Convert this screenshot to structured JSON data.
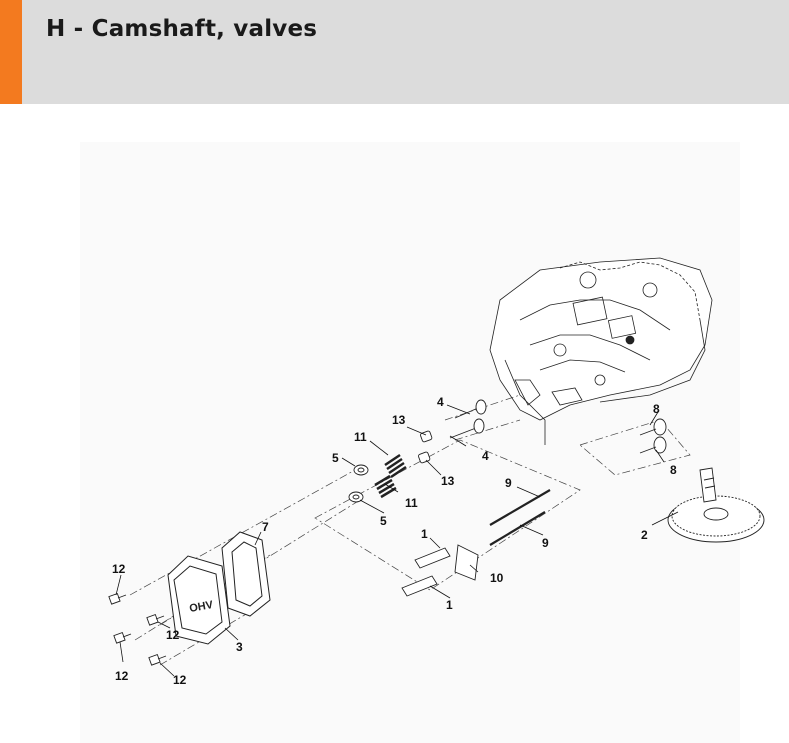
{
  "header": {
    "title": "H - Camshaft, valves",
    "accent_color": "#f37a1f",
    "background_color": "#dcdcdc"
  },
  "diagram": {
    "callouts": [
      {
        "id": "c1a",
        "label": "1"
      },
      {
        "id": "c1b",
        "label": "1"
      },
      {
        "id": "c2",
        "label": "2"
      },
      {
        "id": "c3",
        "label": "3"
      },
      {
        "id": "c4a",
        "label": "4"
      },
      {
        "id": "c4b",
        "label": "4"
      },
      {
        "id": "c5a",
        "label": "5"
      },
      {
        "id": "c5b",
        "label": "5"
      },
      {
        "id": "c7",
        "label": "7"
      },
      {
        "id": "c8a",
        "label": "8"
      },
      {
        "id": "c8b",
        "label": "8"
      },
      {
        "id": "c9a",
        "label": "9"
      },
      {
        "id": "c9b",
        "label": "9"
      },
      {
        "id": "c10",
        "label": "10"
      },
      {
        "id": "c11a",
        "label": "11"
      },
      {
        "id": "c11b",
        "label": "11"
      },
      {
        "id": "c12a",
        "label": "12"
      },
      {
        "id": "c12b",
        "label": "12"
      },
      {
        "id": "c12c",
        "label": "12"
      },
      {
        "id": "c12d",
        "label": "12"
      },
      {
        "id": "c13a",
        "label": "13"
      },
      {
        "id": "c13b",
        "label": "13"
      }
    ]
  }
}
